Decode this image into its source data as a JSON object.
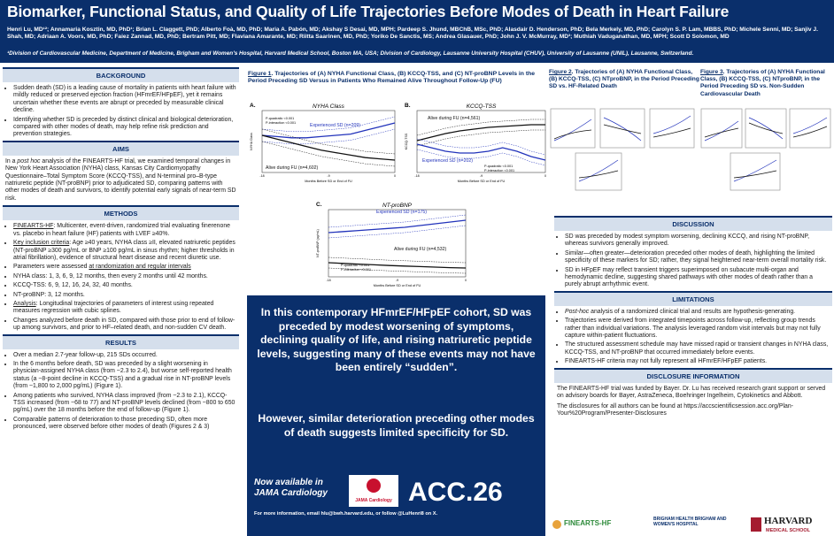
{
  "header": {
    "title": "Biomarker, Functional Status, and Quality of Life Trajectories Before Modes of Death in Heart Failure",
    "authors": "Henri Lu, MD¹²; Annamaria Kosztin, MD, PhD¹; Brian L. Claggett, PhD; Alberto Foà, MD, PhD; Maria A. Pabón, MD; Akshay S Desai, MD, MPH; Pardeep S. Jhund, MBChB, MSc, PhD; Alasdair D. Henderson, PhD; Bela Merkely, MD, PhD; Carolyn S. P. Lam, MBBS, PhD; Michele Senni, MD; Sanjiv J. Shah, MD; Adriaan A. Voors, MD, PhD; Faiez Zannad, MD, PhD; Bertram Pitt, MD; Flaviana Amarante, MD; Riitta Saarinen, MD, PhD; Yoriko De Sanctis, MS; Andrea Glasauer, PhD; John J. V. McMurray, MD³; Muthiah Vaduganathan, MD, MPH; Scott D Solomon, MD",
    "affiliations": "¹Division of Cardiovascular Medicine, Department of Medicine, Brigham and Women's Hospital, Harvard Medical School, Boston MA, USA; Division of Cardiology, Lausanne University Hospital (CHUV), University of Lausanne (UNIL), Lausanne, Switzerland."
  },
  "background": {
    "heading": "BACKGROUND",
    "bullets": [
      "Sudden death (SD) is a leading cause of mortality in patients with heart failure with mildly reduced or preserved ejection fraction (HFmrEF/HFpEF), yet it remains uncertain whether these events are abrupt or preceded by measurable clinical decline.",
      "Identifying whether SD is preceded by distinct clinical and biological deterioration, compared with other modes of death, may help refine risk prediction and prevention strategies."
    ]
  },
  "aims": {
    "heading": "AIMS",
    "text_a": "In a ",
    "text_i": "post hoc",
    "text_b": " analysis of the FINEARTS-HF trial, we examined temporal changes in New York Heart Association (NYHA) class, Kansas City Cardiomyopathy Questionnaire–Total Symptom Score (KCCQ-TSS), and N-terminal pro–B-type natriuretic peptide (NT-proBNP) prior to adjudicated SD, comparing patterns with other modes of death and survivors, to identify potential early signals of near-term SD risk."
  },
  "methods": {
    "heading": "METHODS",
    "b1_u": "FINEARTS-HF",
    "b1": ": Multicenter, event-driven, randomized trial evaluating finerenone vs. placebo in heart failure (HF) patients with LVEF ≥40%.",
    "b2_u": "Key inclusion criteria",
    "b2": ": Age ≥40 years, NYHA class ≥II, elevated natriuretic peptides (NT-proBNP ≥300 pg/mL or BNP ≥100 pg/mL in sinus rhythm; higher thresholds in atrial fibrillation), evidence of structural heart disease and recent diuretic use.",
    "b3a": "Parameters were assessed ",
    "b3_u": "at randomization and regular intervals",
    "b4": "NYHA class: 1, 3, 6, 9, 12 months, then every 2 months until 42 months.",
    "b5": "KCCQ-TSS: 6, 9, 12, 16, 24, 32, 40 months.",
    "b6": "NT-proBNP: 3, 12 months.",
    "b7_u": "Analysis",
    "b7": ": Longitudinal trajectories of parameters of interest using repeated measures regression with cubic splines.",
    "b8": "Changes analyzed before death in SD, compared with those prior to end of follow-up among survivors, and prior to HF–related death, and non-sudden CV death."
  },
  "results": {
    "heading": "RESULTS",
    "r1": "Over a median 2.7-year follow-up, 215 SDs occurred.",
    "r2": "In the 6 months before death, SD was preceded by a slight worsening in physician-assigned NYHA class (from ~2.3 to 2.4), but worse self-reported health status (a ~8-point decline in KCCQ-TSS) and a gradual rise in NT-proBNP levels (from ~1,800 to 2,000 pg/mL) (Figure 1).",
    "r3": "Among patients who survived, NYHA class improved (from ~2.3 to 2.1), KCCQ-TSS increased (from ~68 to 77) and NT-proBNP levels declined (from ~800 to 650 pg/mL) over the 18 months before the end of follow-up (Figure 1).",
    "r4": "Comparable patterns of deterioration to those preceding SD, often more pronounced, were observed before other modes of death (Figures 2 & 3)"
  },
  "figure1": {
    "label": "Figure 1",
    "caption": ". Trajectories of (A) NYHA Functional Class, (B) KCCQ-TSS, and (C) NT-proBNP Levels in the Period Preceding SD Versus in Patients Who Remained Alive Throughout Follow-Up (FU)"
  },
  "figure2": {
    "label": "Figure 2",
    "caption": ". Trajectories of (A) NYHA Functional Class, (B) KCCQ-TSS, (C) NTproBNP, in the Period Preceding SD vs. HF-Related Death"
  },
  "figure3": {
    "label": "Figure 3",
    "caption": ". Trajectories of (A) NYHA Functional Class, (B) KCCQ-TSS, (C) NTproBNP, in the Period Preceding SD vs. Non-Sudden Cardiovascular Death"
  },
  "chart_data": [
    {
      "type": "line",
      "panel": "A",
      "title": "NYHA Class",
      "ylabel": "NYHA Class",
      "xlabel": "Months Before SD or End of FU",
      "x": [
        -18,
        -16,
        -14,
        -12,
        -10,
        -8,
        -6,
        -4,
        -2,
        0
      ],
      "series": [
        {
          "name": "Experienced SD (n=209)",
          "values": [
            2.3,
            2.29,
            2.28,
            2.28,
            2.29,
            2.3,
            2.31,
            2.34,
            2.37,
            2.4
          ]
        },
        {
          "name": "Alive during FU (n=4,602)",
          "values": [
            2.3,
            2.27,
            2.24,
            2.21,
            2.18,
            2.16,
            2.14,
            2.12,
            2.11,
            2.1
          ]
        }
      ],
      "annotations": [
        "P-quadratic <0.001",
        "P-interaction <0.001"
      ],
      "color_sd": "#2233bb",
      "color_alive": "#111111"
    },
    {
      "type": "line",
      "panel": "B",
      "title": "KCCQ-TSS",
      "ylabel": "KCCQ-TSS",
      "xlabel": "Months Before SD or End of FU",
      "x": [
        -18,
        -16,
        -14,
        -12,
        -10,
        -8,
        -6,
        -4,
        -2,
        0
      ],
      "series": [
        {
          "name": "Alive during FU (n=4,561)",
          "values": [
            68,
            70,
            72,
            73.5,
            74.5,
            75.5,
            76,
            76.5,
            77,
            77
          ]
        },
        {
          "name": "Experienced SD (n=202)",
          "values": [
            66,
            64,
            62,
            61,
            61,
            62,
            64,
            62,
            59,
            57
          ]
        }
      ],
      "annotations": [
        "P-quadratic <0.001",
        "P-interaction <0.001"
      ]
    },
    {
      "type": "line",
      "panel": "C",
      "title": "NT-proBNP",
      "ylabel": "NT-proBNP (pg/mL)",
      "xlabel": "Months Before SD or End of FU",
      "x": [
        -18,
        -16,
        -14,
        -12,
        -10,
        -8,
        -6,
        -4,
        -2,
        0
      ],
      "series": [
        {
          "name": "Experienced SD (n=175)",
          "values": [
            1650,
            1680,
            1710,
            1740,
            1770,
            1800,
            1850,
            1900,
            1950,
            2000
          ]
        },
        {
          "name": "Alive during FU (n=4,532)",
          "values": [
            800,
            780,
            760,
            740,
            720,
            705,
            690,
            675,
            660,
            650
          ]
        }
      ],
      "annotations": [
        "P-quadratic <0.001",
        "P-interaction <0.001"
      ]
    }
  ],
  "callout": {
    "message1": "In this contemporary HFmrEF/HFpEF cohort, SD was preceded by modest worsening of symptoms, declining quality of life, and rising natriuretic peptide levels, suggesting many of these events may not have been entirely “sudden”.",
    "message2": "However, similar deterioration preceding other modes of death suggests limited specificity for SD.",
    "available": "Now available in JAMA Cardiology",
    "jama_label": "JAMA Cardiology",
    "acc": "ACC.26",
    "more_info": "For more information, email hlu@bwh.harvard.edu, or follow @LuHenri8 on X."
  },
  "discussion": {
    "heading": "DISCUSSION",
    "bullets": [
      "SD was preceded by modest symptom worsening, declining KCCQ, and rising NT-proBNP, whereas survivors generally improved.",
      "Similar—often greater—deterioration preceded other modes of death, highlighting the limited specificity of these markers for SD; rather, they signal heightened near-term overall mortality risk.",
      "SD in HFpEF may reflect transient triggers superimposed on subacute multi-organ and hemodynamic decline, suggesting shared pathways with other modes of death rather than a purely abrupt arrhythmic event."
    ]
  },
  "limitations": {
    "heading": "LIMITATIONS",
    "l1_i": "Post-hoc",
    "l1": " analysis of a randomized clinical trial and results are hypothesis-generating.",
    "l2": "Trajectories were derived from integrated timepoints across follow-up, reflecting group trends rather than individual variations. The analysis leveraged random visit intervals but may not fully capture within-patient fluctuations.",
    "l3": "The structured assessment schedule may have missed rapid or transient changes in NYHA class, KCCQ-TSS, and NT-proBNP that occurred immediately before events.",
    "l4": "FINEARTS-HF criteria may not fully represent all HFmrEF/HFpEF patients."
  },
  "disclosure": {
    "heading": "DISCLOSURE INFORMATION",
    "p1": "The FINEARTS-HF trial was funded by Bayer. Dr. Lu has received research grant support or served on advisory boards for Bayer, AstraZeneca, Boehringer Ingelheim, Cytokinetics and Abbott.",
    "p2": "The disclosures for all authors can be found at https://accscientificsession.acc.org/Plan-Your%20Program/Presenter-Disclosures"
  },
  "logos": {
    "finearts": "FINEARTS-HF",
    "brigham": "BRIGHAM HEALTH BRIGHAM AND WOMEN'S HOSPITAL",
    "harvard": "HARVARD",
    "harvard_sub": "MEDICAL SCHOOL"
  },
  "colors": {
    "navy": "#0a2f6b",
    "section_bg": "#d5dfec",
    "series_sd": "#2233bb"
  }
}
